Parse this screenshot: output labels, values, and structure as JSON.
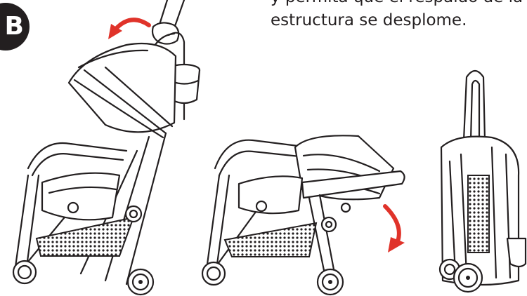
{
  "step": {
    "label": "B"
  },
  "instruction": {
    "line1": "y permita que el respaldo de la",
    "line2": "estructura se desplome."
  },
  "colors": {
    "arrow": "#e0332a",
    "ink": "#231f20",
    "badge": "#231f20"
  },
  "illustrations": [
    {
      "name": "stroller-unfolded",
      "icon": "stroller-icon"
    },
    {
      "name": "stroller-folding",
      "icon": "stroller-icon"
    },
    {
      "name": "stroller-folded",
      "icon": "stroller-icon"
    }
  ]
}
